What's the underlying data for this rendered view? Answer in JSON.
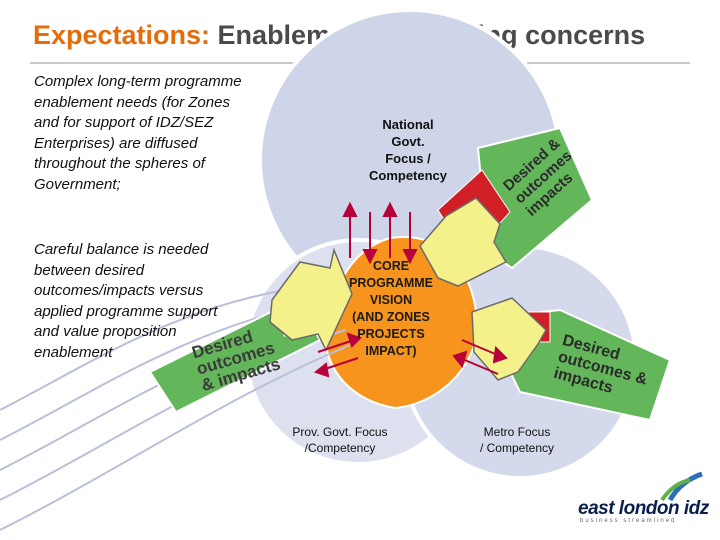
{
  "title": {
    "accent": "Expectations:",
    "rest": " Enablement/resourcing concerns"
  },
  "paragraphs": {
    "p1": "Complex long-term programme enablement needs (for Zones and for support of IDZ/SEZ Enterprises) are diffused throughout the spheres of Government;",
    "p2": "Careful balance is needed between desired outcomes/impacts versus applied programme support and value proposition enablement"
  },
  "diagram": {
    "national": [
      "National",
      "Govt.",
      "Focus /",
      "Competency"
    ],
    "core": [
      "CORE",
      "PROGRAMME",
      "VISION",
      "(AND ZONES",
      "PROJECTS",
      "IMPACT)"
    ],
    "prov": [
      "Prov. Govt. Focus",
      "/Competency"
    ],
    "metro": [
      "Metro Focus",
      "/ Competency"
    ],
    "desired_left": "Desired\noutcomes\n& impacts",
    "desired_top_right": "Desired &\noutcomes\nimpacts",
    "desired_bottom_right": "Desired\noutcomes &\nimpacts"
  },
  "logo": {
    "text": "east london idz",
    "tagline": "business streamlined"
  },
  "colors": {
    "accent_orange": "#e46c0a",
    "circle_national": "#cfd5e8",
    "circle_prov": "#dde1ef",
    "circle_metro": "#d4d9eb",
    "core_orange": "#f7941d",
    "arrow_yellow": "#f4f08a",
    "arrow_green": "#63b65a",
    "tab_red": "#d11f26",
    "crimson": "#b8003a"
  }
}
